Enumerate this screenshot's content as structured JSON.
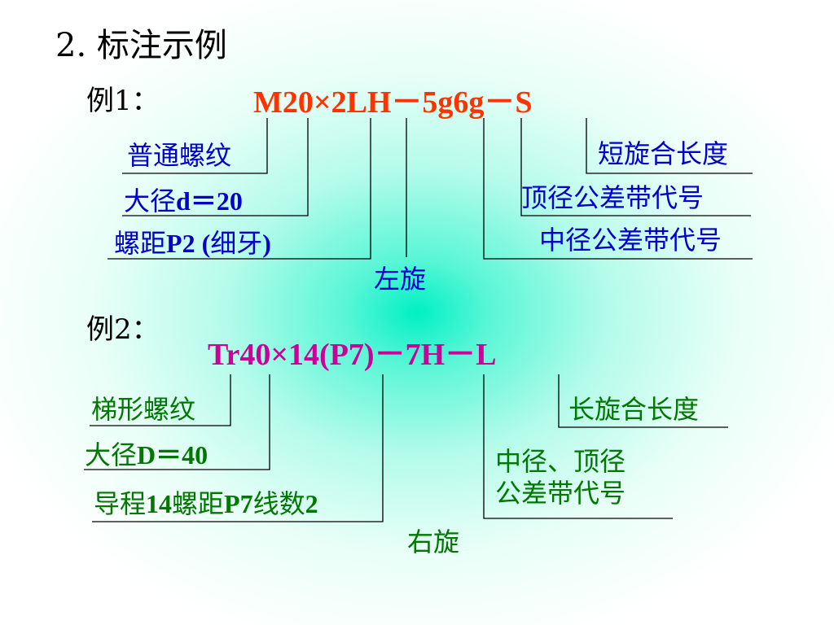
{
  "title": "2. 标注示例",
  "example1": {
    "heading": "例1：",
    "code": "M20×2LH－5g6g－S",
    "labels": {
      "thread_type": "普通螺纹",
      "major_diameter_prefix": "大径",
      "major_diameter_value": "d＝20",
      "pitch_prefix": "螺距",
      "pitch_value": "P2 (",
      "pitch_fine": "细牙",
      "pitch_close": ")",
      "left_hand": "左旋",
      "short_length": "短旋合长度",
      "crest_tolerance": "顶径公差带代号",
      "pitch_tolerance": "中径公差带代号"
    }
  },
  "example2": {
    "heading": "例2：",
    "code": "Tr40×14(P7)－7H－L",
    "labels": {
      "thread_type": "梯形螺纹",
      "major_diameter_prefix": "大径",
      "major_diameter_value": "D＝40",
      "lead_prefix": "导程",
      "lead_value": "14",
      "lead_pitch": "螺距",
      "lead_pitch_value": "P7",
      "lead_starts": "线数",
      "lead_starts_value": "2",
      "right_hand": "右旋",
      "long_length": "长旋合长度",
      "tolerance": "中径、顶径\n公差带代号"
    }
  },
  "colors": {
    "code1": "#ff3300",
    "code2": "#cc0099",
    "labels1": "#0000cc",
    "labels2": "#007700",
    "lines": "#000000"
  }
}
